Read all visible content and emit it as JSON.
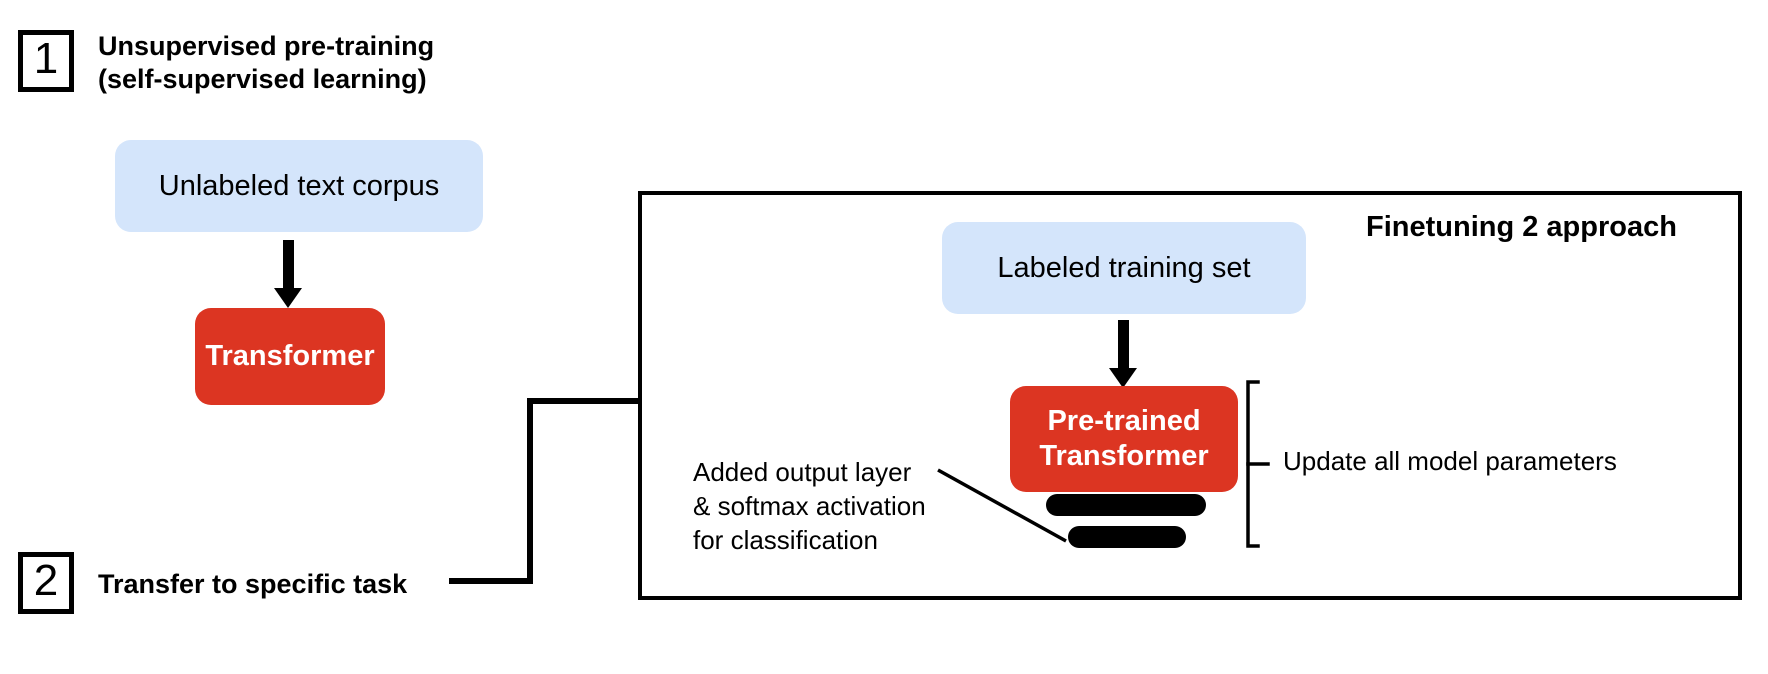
{
  "steps": [
    {
      "number": "1",
      "title": "Unsupervised pre-training\n(self-supervised learning)"
    },
    {
      "number": "2",
      "title": "Transfer to specific task"
    }
  ],
  "pretraining": {
    "dataset_box": "Unlabeled text corpus",
    "model_box": "Transformer"
  },
  "panel": {
    "title": "Finetuning 2 approach",
    "dataset_box": "Labeled training set",
    "model_box": "Pre-trained\nTransformer",
    "bracket_label": "Update all model parameters",
    "annotation": "Added output layer\n& softmax activation\nfor classification"
  },
  "colors": {
    "blue_box": "#d4e5fb",
    "red_box": "#dc3522",
    "stroke": "#000000",
    "background": "#ffffff",
    "text_light": "#ffffff"
  }
}
